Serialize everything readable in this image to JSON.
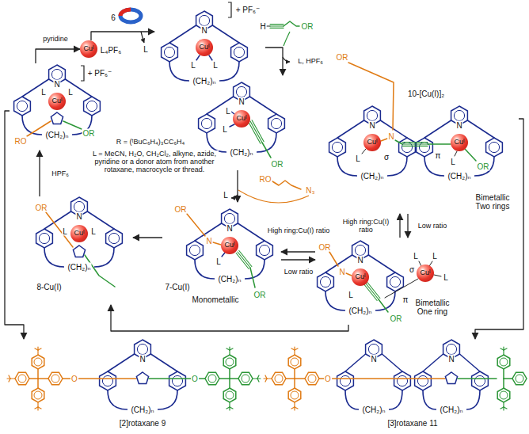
{
  "diagram": {
    "nodes": [
      {
        "text": [
          "Cuᴵ",
          "L₄PF₆"
        ]
      },
      {
        "text": [
          "+ PF₆⁻",
          "N",
          "L",
          "L",
          "(CH₂)ₙ"
        ]
      },
      {
        "text": [
          "Cuᴵ"
        ],
        "in": 1
      },
      {
        "text": [
          "N",
          "L",
          "L",
          "OR",
          "(CH₂)ₙ"
        ]
      },
      {
        "text": [
          "Cuᴵ"
        ],
        "in": 3
      },
      {
        "text": [
          "OR",
          "10-[Cu(I)]₂",
          "N",
          "N",
          "N",
          "L",
          "L",
          "σ",
          "π",
          "OR",
          "(CH₂)ₙ",
          "(CH₂)ₙ",
          "Bimetallic Two rings"
        ]
      },
      {
        "text": [
          "Cuᴵ"
        ],
        "in": 5
      },
      {
        "text": [
          "Cuᴵ"
        ],
        "in": 5
      },
      {
        "text": [
          "+ PF₆⁻",
          "N",
          "L",
          "L",
          "RO",
          "OR",
          "(CH₂)ₙ"
        ]
      },
      {
        "text": [
          "Cuᴵ"
        ],
        "in": 8
      },
      {
        "text": [
          "OR",
          "N",
          "L",
          "L",
          "(CH₂)ₙ",
          "8-Cu(I)"
        ]
      },
      {
        "text": [
          "Cuᴵ"
        ],
        "in": 10
      },
      {
        "text": [
          "OR",
          "N",
          "N",
          "L",
          "OR",
          "(CH₂)ₙ",
          "7-Cu(I)",
          "Monometallic"
        ]
      },
      {
        "text": [
          "Cuᴵ"
        ],
        "in": 12
      },
      {
        "text": [
          "OR",
          "N",
          "N",
          "L",
          "σ",
          "L",
          "L",
          "L",
          "π",
          "OR",
          "(CH₂)ₙ",
          "Bimetallic One ring"
        ]
      },
      {
        "text": [
          "Cuᴵ"
        ],
        "in": 14
      },
      {
        "text": [
          "Cuᴵ"
        ],
        "in": 14
      },
      {
        "text": [
          "N",
          "O",
          "O",
          "(CH₂)ₙ",
          "[2]rotaxane 9"
        ]
      },
      {
        "text": [
          "N",
          "N",
          "O",
          "(CH₂)ₙ",
          "(CH₂)ₙ",
          "[3]rotaxane 11"
        ]
      }
    ],
    "edges": [
      {
        "from": 0,
        "to": 1,
        "arrow": "to"
      },
      {
        "from": 1,
        "to": 3,
        "arrow": "to",
        "label": "L, HPF₆"
      },
      {
        "from": 3,
        "to": 12,
        "arrow": "to"
      },
      {
        "from": 12,
        "to": 10,
        "arrow": "to"
      },
      {
        "from": 12,
        "to": 14,
        "arrow": "to",
        "label": "Low ratio"
      },
      {
        "from": 14,
        "to": 12,
        "arrow": "to",
        "label": "High ring:Cu(I) ratio"
      },
      {
        "from": 14,
        "to": 5,
        "arrow": "to",
        "label": "High ring:Cu(I) ratio"
      },
      {
        "from": 5,
        "to": 14,
        "arrow": "to",
        "label": "Low ratio"
      },
      {
        "from": 14,
        "to": 10,
        "arrow": "to"
      },
      {
        "from": 5,
        "to": 18,
        "arrow": "to"
      },
      {
        "from": 10,
        "to": 8,
        "arrow": "to",
        "label": "HPF₆"
      },
      {
        "from": 8,
        "to": 0,
        "arrow": "to",
        "label": "pyridine"
      },
      {
        "from": 8,
        "to": 17,
        "arrow": "to"
      }
    ],
    "labels": [
      "6",
      "L",
      "H",
      "OR",
      "R = (ᵗBuC₆H₄)₃CC₆H₄",
      "L = MeCN, H₂O, CH₂Cl₂, alkyne, azide, pyridine or a donor atom from another rotaxane, macrocycle or thread.",
      "RO",
      "N₃",
      "L"
    ]
  }
}
